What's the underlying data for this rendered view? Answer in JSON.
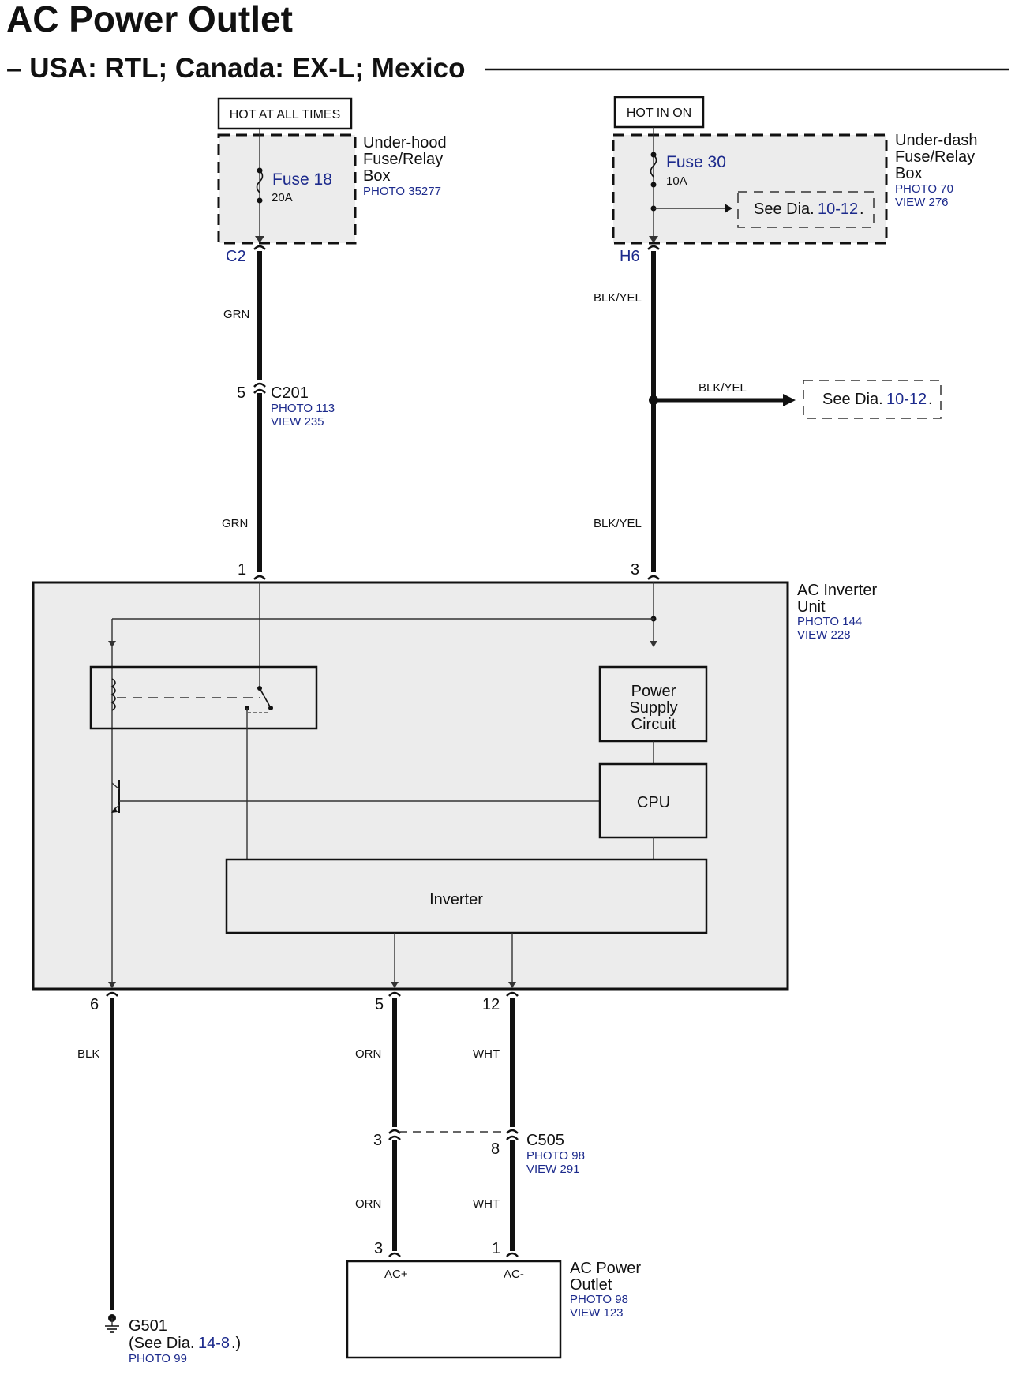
{
  "header": {
    "title": "AC Power Outlet",
    "subtitle": "– USA: RTL; Canada: EX-L; Mexico"
  },
  "power_sources": {
    "left_label": "HOT AT ALL TIMES",
    "right_label": "HOT IN ON"
  },
  "underhood_box": {
    "name_line1": "Under-hood",
    "name_line2": "Fuse/Relay",
    "name_line3": "Box",
    "photo": "PHOTO 35277",
    "fuse": "Fuse 18",
    "rating": "20A",
    "connector": "C2"
  },
  "underdash_box": {
    "name_line1": "Under-dash",
    "name_line2": "Fuse/Relay",
    "name_line3": "Box",
    "photo": "PHOTO 70",
    "view": "VIEW 276",
    "fuse": "Fuse 30",
    "rating": "10A",
    "connector": "H6",
    "see_dia_prefix": "See Dia.",
    "see_dia_ref": "10-12",
    "see_dia_suffix": "."
  },
  "left_feed": {
    "wire_upper": "GRN",
    "wire_lower": "GRN",
    "c201_pin": "5",
    "c201": "C201",
    "c201_photo": "PHOTO 113",
    "c201_view": "VIEW 235"
  },
  "right_feed": {
    "wire_upper": "BLK/YEL",
    "wire_lower": "BLK/YEL",
    "branch_wire": "BLK/YEL",
    "see_dia_prefix": "See Dia.",
    "see_dia_ref": "10-12",
    "see_dia_suffix": "."
  },
  "inverter_unit": {
    "name_line1": "AC Inverter",
    "name_line2": "Unit",
    "photo": "PHOTO 144",
    "view": "VIEW 228",
    "pin_left_top": "1",
    "pin_right_top": "3",
    "power_supply_line1": "Power",
    "power_supply_line2": "Supply",
    "power_supply_line3": "Circuit",
    "cpu": "CPU",
    "inverter": "Inverter",
    "pin_ground": "6",
    "pin_orn": "5",
    "pin_wht": "12"
  },
  "lower_wires": {
    "ground_wire": "BLK",
    "orn_upper": "ORN",
    "wht_upper": "WHT",
    "orn_lower": "ORN",
    "wht_lower": "WHT",
    "c505_pin_orn": "3",
    "c505_pin_wht": "8",
    "c505": "C505",
    "c505_photo": "PHOTO 98",
    "c505_view": "VIEW 291"
  },
  "outlet": {
    "name_line1": "AC Power",
    "name_line2": "Outlet",
    "photo": "PHOTO 98",
    "view": "VIEW 123",
    "pin_ac_plus": "3",
    "pin_ac_minus": "1",
    "ac_plus": "AC+",
    "ac_minus": "AC-"
  },
  "ground": {
    "name": "G501",
    "see_prefix": "(See Dia.",
    "see_ref": "14-8",
    "see_suffix": ".)",
    "photo": "PHOTO 99"
  }
}
